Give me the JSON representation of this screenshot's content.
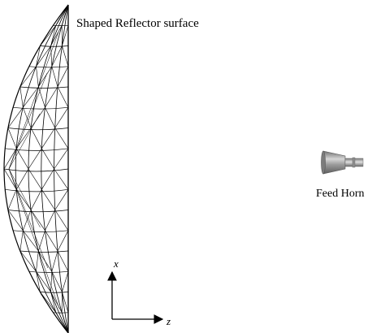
{
  "reflector": {
    "label": "Shaped Reflector surface",
    "line_color": "#000000"
  },
  "feed_horn": {
    "label": "Feed Horn",
    "body_color": "#8a8a8a",
    "highlight_color": "#d4d4d4"
  },
  "axes": {
    "vertical_label": "x",
    "horizontal_label": "z"
  }
}
